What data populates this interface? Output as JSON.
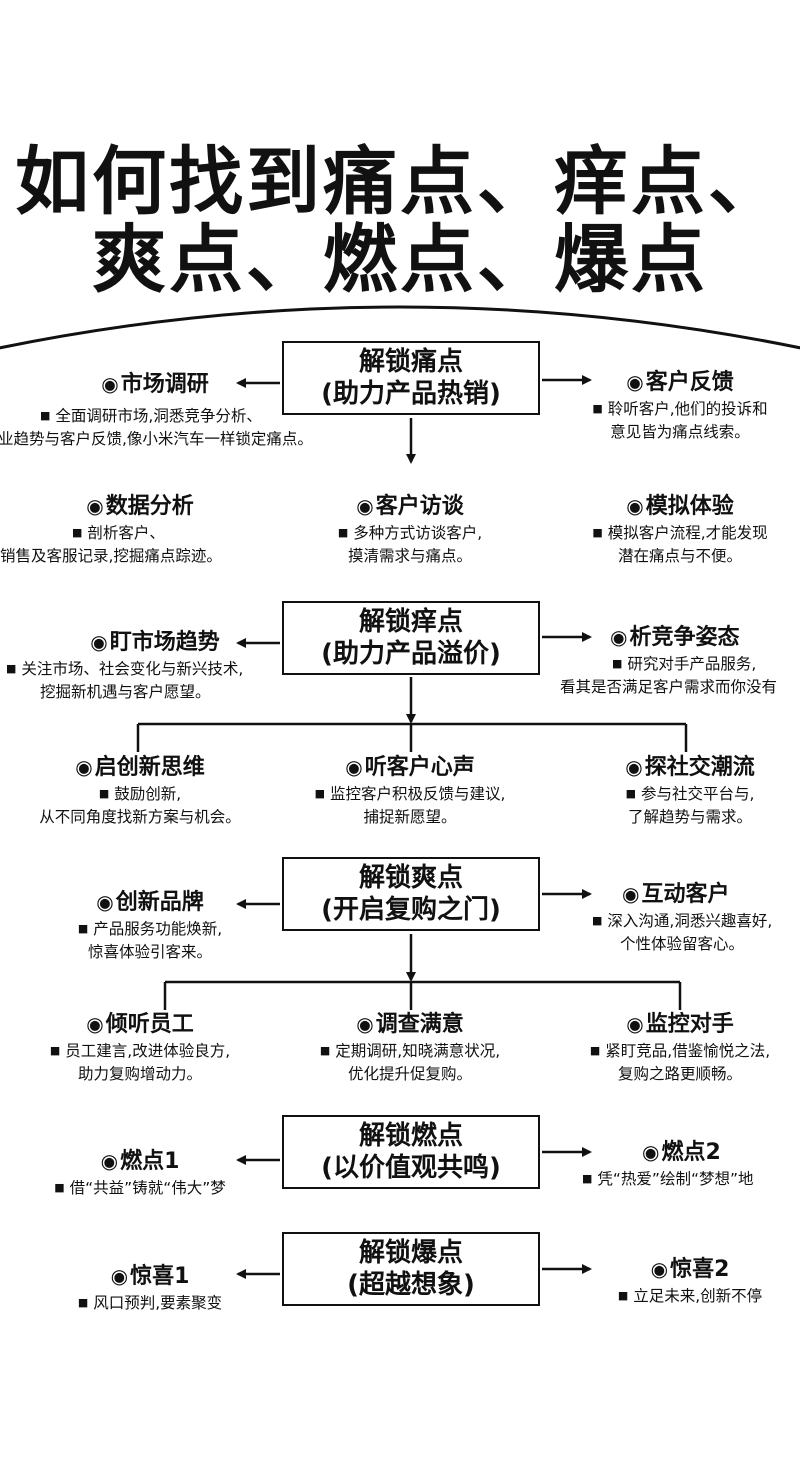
{
  "title": {
    "line1": "如何找到痛点、痒点、",
    "line2": "爽点、燃点、爆点"
  },
  "sections": [
    {
      "box": {
        "line1": "解锁痛点",
        "line2": "(助力产品热销)"
      },
      "left": {
        "title": "市场调研",
        "desc": [
          "全面调研市场,洞悉竞争分析、",
          "业趋势与客户反馈,像小米汽车一样锁定痛点。"
        ]
      },
      "right": {
        "title": "客户反馈",
        "desc": [
          "聆听客户,他们的投诉和",
          "意见皆为痛点线索。"
        ]
      },
      "children": [
        {
          "title": "数据分析",
          "desc": [
            "剖析客户、",
            "销售及客服记录,挖掘痛点踪迹。"
          ]
        },
        {
          "title": "客户访谈",
          "desc": [
            "多种方式访谈客户,",
            "摸清需求与痛点。"
          ]
        },
        {
          "title": "模拟体验",
          "desc": [
            "模拟客户流程,才能发现",
            "潜在痛点与不便。"
          ]
        }
      ]
    },
    {
      "box": {
        "line1": "解锁痒点",
        "line2": "(助力产品溢价)"
      },
      "left": {
        "title": "盯市场趋势",
        "desc": [
          "关注市场、社会变化与新兴技术,",
          "挖掘新机遇与客户愿望。"
        ]
      },
      "right": {
        "title": "析竞争姿态",
        "desc": [
          "研究对手产品服务,",
          "看其是否满足客户需求而你没有"
        ]
      },
      "children": [
        {
          "title": "启创新思维",
          "desc": [
            "鼓励创新,",
            "从不同角度找新方案与机会。"
          ]
        },
        {
          "title": "听客户心声",
          "desc": [
            "监控客户积极反馈与建议,",
            "捕捉新愿望。"
          ]
        },
        {
          "title": "探社交潮流",
          "desc": [
            "参与社交平台与,",
            "了解趋势与需求。"
          ]
        }
      ]
    },
    {
      "box": {
        "line1": "解锁爽点",
        "line2": "(开启复购之门)"
      },
      "left": {
        "title": "创新品牌",
        "desc": [
          "产品服务功能焕新,",
          "惊喜体验引客来。"
        ]
      },
      "right": {
        "title": "互动客户",
        "desc": [
          "深入沟通,洞悉兴趣喜好,",
          "个性体验留客心。"
        ]
      },
      "children": [
        {
          "title": "倾听员工",
          "desc": [
            "员工建言,改进体验良方,",
            "助力复购增动力。"
          ]
        },
        {
          "title": "调查满意",
          "desc": [
            "定期调研,知晓满意状况,",
            "优化提升促复购。"
          ]
        },
        {
          "title": "监控对手",
          "desc": [
            "紧盯竞品,借鉴愉悦之法,",
            "复购之路更顺畅。"
          ]
        }
      ]
    },
    {
      "box": {
        "line1": "解锁燃点",
        "line2": "(以价值观共鸣)"
      },
      "left": {
        "title": "燃点1",
        "desc": [
          "借“共益”铸就“伟大”梦"
        ]
      },
      "right": {
        "title": "燃点2",
        "desc": [
          "凭“热爱”绘制“梦想”地"
        ]
      }
    },
    {
      "box": {
        "line1": "解锁爆点",
        "line2": "(超越想象)"
      },
      "left": {
        "title": "惊喜1",
        "desc": [
          "风口预判,要素聚变"
        ]
      },
      "right": {
        "title": "惊喜2",
        "desc": [
          "立足未来,创新不停"
        ]
      }
    }
  ]
}
